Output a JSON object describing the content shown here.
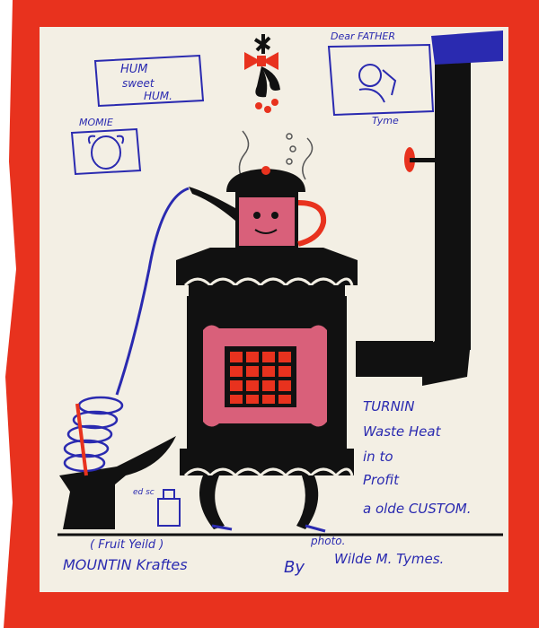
{
  "colors": {
    "border_red": "#e8321e",
    "paper": "#f3efe4",
    "ink_black": "#111111",
    "ink_pink": "#d9607a",
    "pen_blue": "#2a2ab0"
  },
  "signs": {
    "left_sign": "HUM sweet HUM.",
    "left_sign_line1": "HUM",
    "left_sign_line2": "sweet",
    "left_sign_line3": "HUM.",
    "right_sign": "Dear FATHER",
    "right_sign_caption": "Tyme"
  },
  "portrait_label": "MOMIE",
  "side_text": {
    "line1": "TURNIN",
    "line2": "Waste Heat",
    "line3": "in to",
    "line4": "Profit",
    "line5": "a olde CUSTOM."
  },
  "bottle_label": "ed sc",
  "footer": {
    "fruit_yield": "( Fruit Yeild )",
    "maker": "MOUNTIN Kraftes",
    "by": "By",
    "photo": "photo.",
    "signature": "Wilde M. Tymes."
  },
  "icons": [
    "mistletoe-icon",
    "steam-icon",
    "kettle-face-icon",
    "stove-icon",
    "stovepipe-icon",
    "damper-icon",
    "anvil-icon",
    "coil-spring-icon",
    "bottle-icon"
  ]
}
